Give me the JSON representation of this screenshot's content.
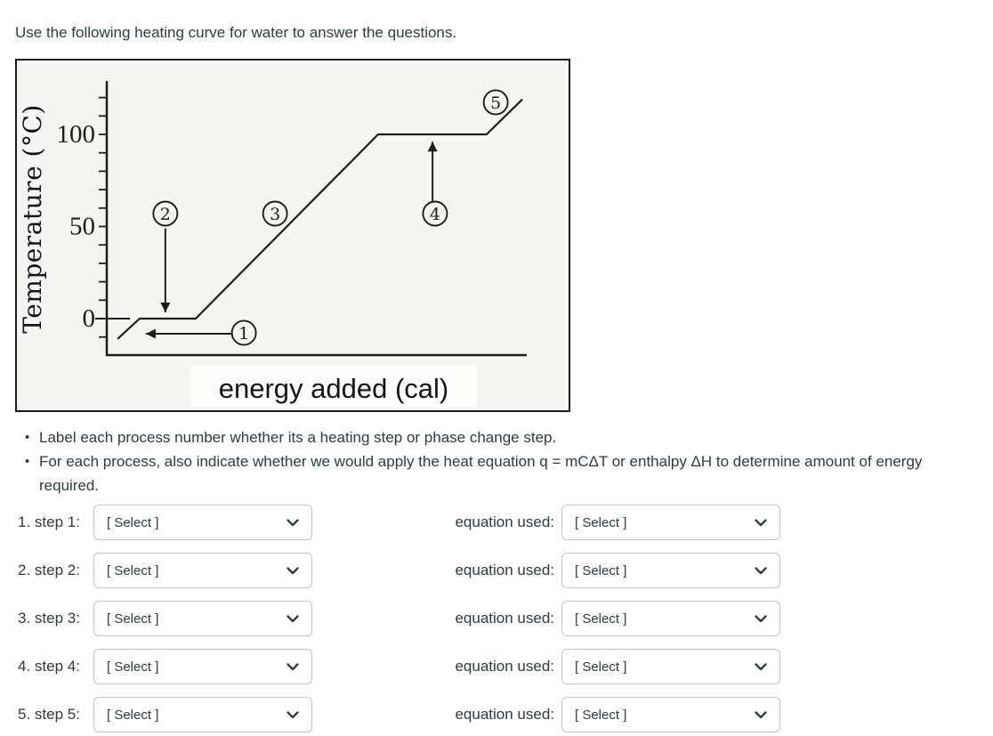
{
  "page": {
    "intro": "Use the following heating curve for water to answer the questions."
  },
  "chart_data": {
    "type": "line",
    "xlabel": "energy added (cal)",
    "ylabel": "Temperature (°C)",
    "xlim": [
      0,
      100
    ],
    "ylim": [
      -25,
      130
    ],
    "grid": false,
    "legend": false,
    "ytick_labels": [
      {
        "value": 100,
        "label": "100"
      },
      {
        "value": 50,
        "label": "50"
      },
      {
        "value": 0,
        "label": "0"
      }
    ],
    "ytick_marks": {
      "from": -10,
      "to": 120,
      "step": 10
    },
    "curve": [
      [
        2.6,
        -11
      ],
      [
        7.9,
        0
      ],
      [
        21.4,
        0
      ],
      [
        65.3,
        100
      ],
      [
        91.4,
        100
      ],
      [
        100,
        119
      ]
    ],
    "zero_reference_line": {
      "x1": -2.8,
      "x2": 5.6,
      "y": 0
    },
    "steps": [
      {
        "label": "1",
        "x": 33.0,
        "y": -7.7,
        "arrow": {
          "x1": 30.2,
          "y1": -8.2,
          "x2": 9.4,
          "y2": -8.2,
          "head": "left"
        }
      },
      {
        "label": "2",
        "x": 14.1,
        "y": 57.0,
        "arrow": {
          "x1": 14.1,
          "y1": 49.0,
          "x2": 14.1,
          "y2": 3.4,
          "head": "down"
        }
      },
      {
        "label": "3",
        "x": 40.5,
        "y": 57.0
      },
      {
        "label": "4",
        "x": 79.0,
        "y": 57.0,
        "arrow": {
          "x1": 78.4,
          "y1": 63.3,
          "x2": 78.4,
          "y2": 96.0,
          "head": "up"
        }
      },
      {
        "label": "5",
        "x": 93.6,
        "y": 117.4
      }
    ]
  },
  "bullets": [
    "Label each process number whether its a heating step or phase change step.",
    "For each process, also indicate whether we would apply the heat equation q = mCΔT or enthalpy ΔH to determine amount of energy required."
  ],
  "rows": [
    {
      "label": "1. step 1:",
      "select_value": "[ Select ]",
      "equation_label": "equation used:",
      "equation_select_value": "[ Select ]"
    },
    {
      "label": "2. step 2:",
      "select_value": "[ Select ]",
      "equation_label": "equation used:",
      "equation_select_value": "[ Select ]"
    },
    {
      "label": "3. step 3:",
      "select_value": "[ Select ]",
      "equation_label": "equation used:",
      "equation_select_value": "[ Select ]"
    },
    {
      "label": "4. step 4:",
      "select_value": "[ Select ]",
      "equation_label": "equation used:",
      "equation_select_value": "[ Select ]"
    },
    {
      "label": "5. step 5:",
      "select_value": "[ Select ]",
      "equation_label": "equation used:",
      "equation_select_value": "[ Select ]"
    }
  ]
}
